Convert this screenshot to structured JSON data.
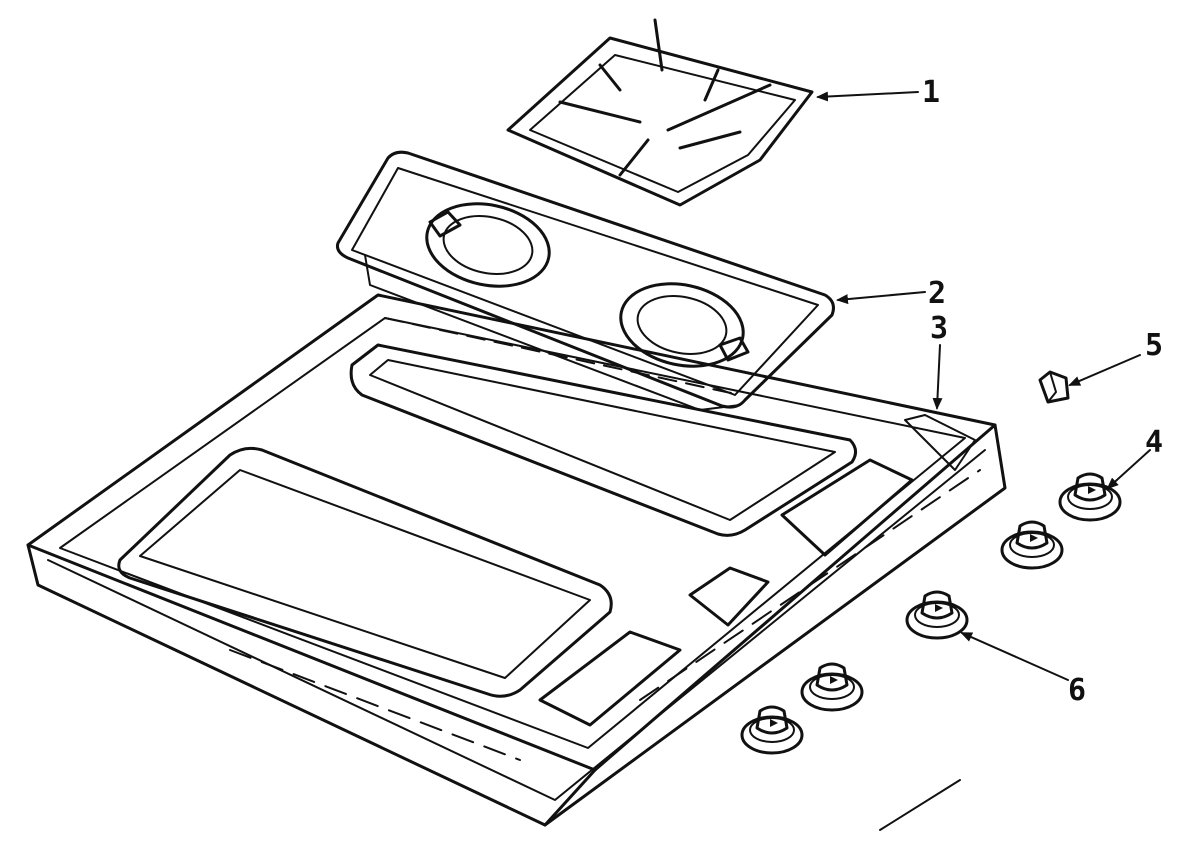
{
  "callouts": [
    {
      "id": "part-1",
      "label": "1"
    },
    {
      "id": "part-2",
      "label": "2"
    },
    {
      "id": "part-3",
      "label": "3"
    },
    {
      "id": "part-4",
      "label": "4"
    },
    {
      "id": "part-5",
      "label": "5"
    },
    {
      "id": "part-6",
      "label": "6"
    }
  ],
  "ink_color": "#111111",
  "background": "#ffffff"
}
